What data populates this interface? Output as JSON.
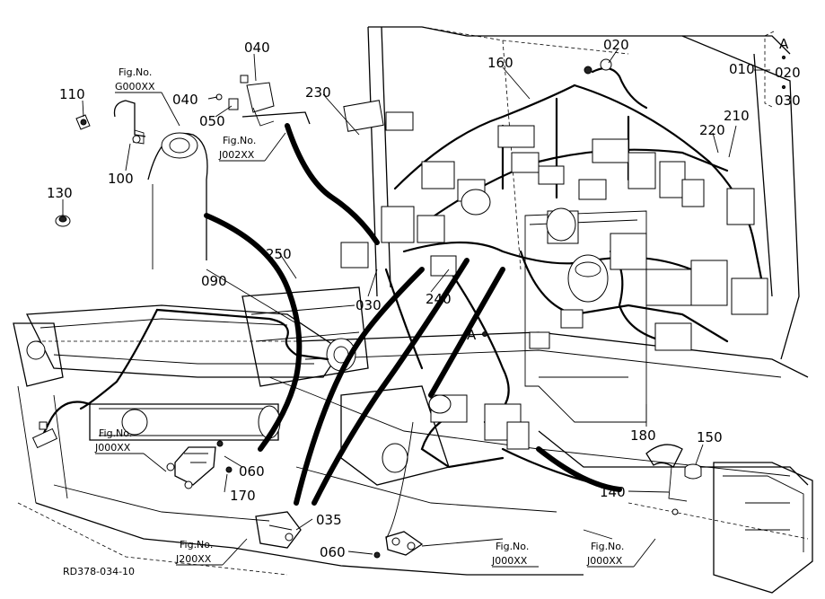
{
  "code": "RD378-034-10",
  "callouts": {
    "c010": "010",
    "c020a": "020",
    "c020b": "020",
    "c030a": "030",
    "c030b": "030",
    "c035": "035",
    "c040a": "040",
    "c040b": "040",
    "c050": "050",
    "c060a": "060",
    "c060b": "060",
    "c090": "090",
    "c100": "100",
    "c110": "110",
    "c130": "130",
    "c140": "140",
    "c150": "150",
    "c160": "160",
    "c170": "170",
    "c180": "180",
    "c210": "210",
    "c220": "220",
    "c230": "230",
    "c240": "240",
    "c250": "250",
    "markerA1": "A",
    "markerA2": "A"
  },
  "fig_refs": {
    "g000": {
      "label": "Fig.No.",
      "code": "G000XX"
    },
    "j002": {
      "label": "Fig.No.",
      "code": "J002XX"
    },
    "j000_left": {
      "label": "Fig.No.",
      "code": "J000XX"
    },
    "j200": {
      "label": "Fig.No.",
      "code": "J200XX"
    },
    "j000_mid": {
      "label": "Fig.No.",
      "code": "J000XX"
    },
    "j000_right": {
      "label": "Fig.No.",
      "code": "J000XX"
    }
  }
}
